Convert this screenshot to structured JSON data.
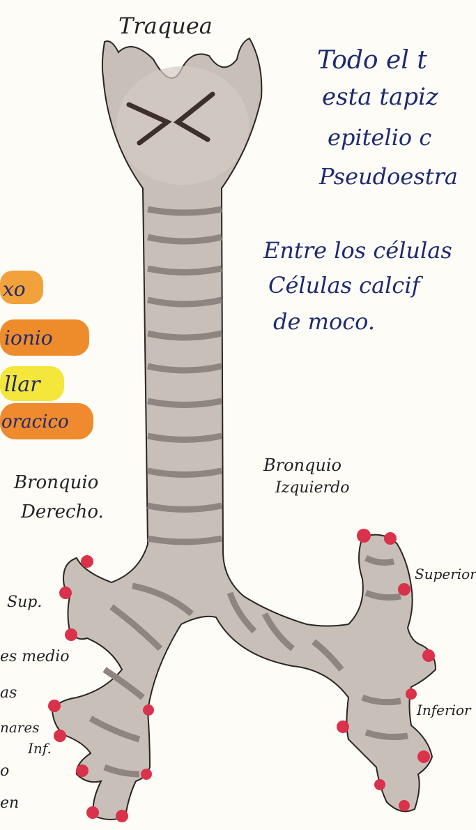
{
  "title": "Traquea",
  "notes": {
    "line1": "Todo el t",
    "line2": "esta tapiz",
    "line3": "epitelio c",
    "line4": "Pseudoestra",
    "line5": "Entre los células",
    "line6": "Células calcif",
    "line7": "de moco."
  },
  "legend_chips": [
    {
      "text": "xo",
      "color": "#f2a23b"
    },
    {
      "text": "ionio",
      "color": "#ee8c2c"
    },
    {
      "text": "llar",
      "color": "#f4e63a"
    },
    {
      "text": "oracico",
      "color": "#ef8a2e"
    }
  ],
  "labels": {
    "right_bronchus_1": "Bronquio",
    "right_bronchus_2": "Derecho.",
    "left_bronchus_1": "Bronquio",
    "left_bronchus_2": "Izquierdo",
    "sup": "Sup.",
    "medio": "es medio",
    "as": "as",
    "inf": "Inf.",
    "nares": "nares",
    "o": "o",
    "en": "en",
    "superior": "Superior",
    "inferior": "Inferior"
  },
  "colors": {
    "ink_blue": "#1e2a6e",
    "trachea_fill": "#c9bfb9",
    "ring_dark": "#9a918c",
    "tip_red": "#d9324a"
  }
}
